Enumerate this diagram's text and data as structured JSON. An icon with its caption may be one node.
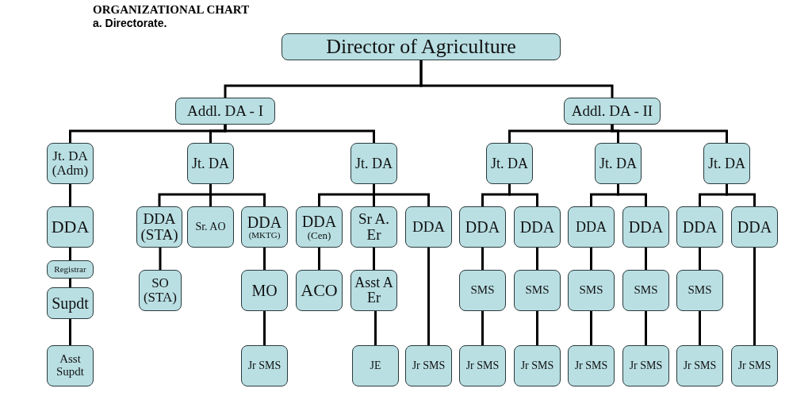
{
  "diagram": {
    "title": "ORGANIZATIONAL CHART",
    "nodes": [
      {
        "text": [
          "Director of Agriculture"
        ]
      },
      {
        "text": [
          "Addl. DA - I"
        ]
      },
      {
        "text": [
          "Addl. DA - II"
        ]
      },
      {
        "text": [
          "Jt. DA (Adm)"
        ]
      },
      {
        "text": [
          "Jt. DA"
        ]
      },
      {
        "text": [
          "Jt. DA"
        ]
      },
      {
        "text": [
          "Jt. DA"
        ]
      },
      {
        "text": [
          "Jt. DA"
        ]
      },
      {
        "text": [
          "Jt. DA"
        ]
      },
      {
        "text": [
          "DDA"
        ]
      },
      {
        "text": [
          "DDA (STA)"
        ]
      },
      {
        "text": [
          "Sr. AO"
        ]
      },
      {
        "text": [
          "DDA",
          "(MKTG)"
        ]
      },
      {
        "text": [
          "DDA",
          "(Cen)"
        ]
      },
      {
        "text": [
          "Sr A. Er"
        ]
      },
      {
        "text": [
          "DDA"
        ]
      },
      {
        "text": [
          "DDA"
        ]
      },
      {
        "text": [
          "DDA"
        ]
      },
      {
        "text": [
          "DDA"
        ]
      },
      {
        "text": [
          "DDA"
        ]
      },
      {
        "text": [
          "DDA"
        ]
      },
      {
        "text": [
          "DDA"
        ]
      },
      {
        "text": [
          "Registrar"
        ]
      },
      {
        "text": [
          "SO (STA)"
        ]
      },
      {
        "text": [
          "MO"
        ]
      },
      {
        "text": [
          "ACO"
        ]
      },
      {
        "text": [
          "Asst A Er"
        ]
      },
      {
        "text": [
          "SMS"
        ]
      },
      {
        "text": [
          "SMS"
        ]
      },
      {
        "text": [
          "SMS"
        ]
      },
      {
        "text": [
          "SMS"
        ]
      },
      {
        "text": [
          "SMS"
        ]
      },
      {
        "text": [
          "Supdt"
        ]
      },
      {
        "text": [
          "Asst Supdt"
        ]
      },
      {
        "text": [
          "Jr SMS"
        ]
      },
      {
        "text": [
          "JE"
        ]
      },
      {
        "text": [
          "Jr SMS"
        ]
      },
      {
        "text": [
          "Jr SMS"
        ]
      },
      {
        "text": [
          "Jr SMS"
        ]
      },
      {
        "text": [
          "Jr SMS"
        ]
      },
      {
        "text": [
          "Jr SMS"
        ]
      },
      {
        "text": [
          "Jr SMS"
        ]
      },
      {
        "text": [
          "Jr SMS"
        ]
      }
    ],
    "edges": [
      {
        "from": 0,
        "to": 1,
        "arrow": "none"
      },
      {
        "from": 0,
        "to": 2,
        "arrow": "none"
      },
      {
        "from": 1,
        "to": 3,
        "arrow": "none"
      },
      {
        "from": 1,
        "to": 4,
        "arrow": "none"
      },
      {
        "from": 1,
        "to": 5,
        "arrow": "none"
      },
      {
        "from": 2,
        "to": 6,
        "arrow": "none"
      },
      {
        "from": 2,
        "to": 7,
        "arrow": "none"
      },
      {
        "from": 2,
        "to": 8,
        "arrow": "none"
      },
      {
        "from": 3,
        "to": 9,
        "arrow": "none"
      },
      {
        "from": 4,
        "to": 10,
        "arrow": "none"
      },
      {
        "from": 4,
        "to": 11,
        "arrow": "none"
      },
      {
        "from": 4,
        "to": 12,
        "arrow": "none"
      },
      {
        "from": 5,
        "to": 13,
        "arrow": "none"
      },
      {
        "from": 5,
        "to": 14,
        "arrow": "none"
      },
      {
        "from": 5,
        "to": 15,
        "arrow": "none"
      },
      {
        "from": 6,
        "to": 16,
        "arrow": "none"
      },
      {
        "from": 6,
        "to": 17,
        "arrow": "none"
      },
      {
        "from": 7,
        "to": 18,
        "arrow": "none"
      },
      {
        "from": 7,
        "to": 19,
        "arrow": "none"
      },
      {
        "from": 8,
        "to": 20,
        "arrow": "none"
      },
      {
        "from": 8,
        "to": 21,
        "arrow": "none"
      },
      {
        "from": 9,
        "to": 22,
        "arrow": "none"
      },
      {
        "from": 22,
        "to": 32,
        "arrow": "none"
      },
      {
        "from": 32,
        "to": 33,
        "arrow": "none"
      },
      {
        "from": 10,
        "to": 23,
        "arrow": "none"
      },
      {
        "from": 12,
        "to": 24,
        "arrow": "none"
      },
      {
        "from": 24,
        "to": 34,
        "arrow": "none"
      },
      {
        "from": 13,
        "to": 25,
        "arrow": "none"
      },
      {
        "from": 14,
        "to": 26,
        "arrow": "none"
      },
      {
        "from": 26,
        "to": 35,
        "arrow": "none"
      },
      {
        "from": 15,
        "to": 36,
        "arrow": "none"
      },
      {
        "from": 16,
        "to": 27,
        "arrow": "none"
      },
      {
        "from": 27,
        "to": 37,
        "arrow": "none"
      },
      {
        "from": 17,
        "to": 28,
        "arrow": "none"
      },
      {
        "from": 28,
        "to": 38,
        "arrow": "none"
      },
      {
        "from": 18,
        "to": 29,
        "arrow": "none"
      },
      {
        "from": 29,
        "to": 39,
        "arrow": "none"
      },
      {
        "from": 19,
        "to": 30,
        "arrow": "none"
      },
      {
        "from": 30,
        "to": 40,
        "arrow": "none"
      },
      {
        "from": 20,
        "to": 31,
        "arrow": "none"
      },
      {
        "from": 31,
        "to": 41,
        "arrow": "none"
      },
      {
        "from": 21,
        "to": 42,
        "arrow": "none"
      }
    ],
    "labels": [
      "a. Directorate."
    ]
  }
}
